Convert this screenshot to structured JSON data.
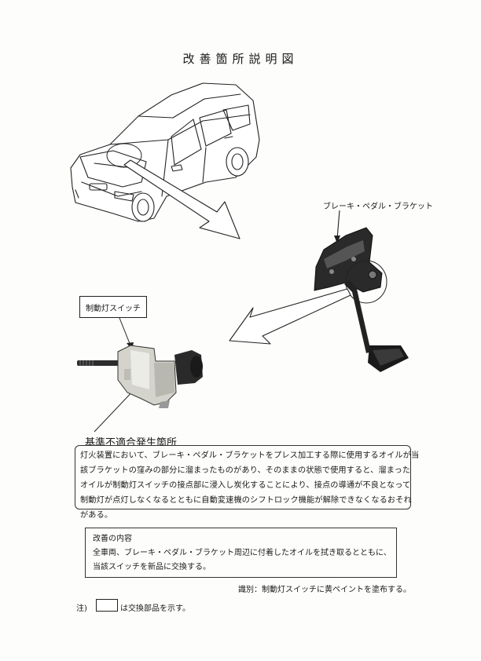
{
  "page": {
    "title": "改善箇所説明図"
  },
  "figures": {
    "vehicle_icon": "suv-line-drawing",
    "bracket_label": "ブレーキ・ペダル・ブラケット",
    "switch_label": "制動灯スイッチ"
  },
  "defect": {
    "heading": "基準不適合発生箇所",
    "lines": [
      "灯火装置において、ブレーキ・ペダル・ブラケットをプレス加工する際に使用するオイルが当",
      "該ブラケットの窪みの部分に溜まったものがあり、そのままの状態で使用すると、溜まった",
      "オイルが制動灯スイッチの接点部に浸入し炭化することにより、接点の導通が不良となって",
      "制動灯が点灯しなくなるとともに自動変速機のシフトロック機能が解除できなくなるおそれ",
      "がある。"
    ]
  },
  "improvement": {
    "heading": "改善の内容",
    "lines": [
      "全車両、ブレーキ・ペダル・ブラケット周辺に付着したオイルを拭き取るとともに、",
      "当該スイッチを新品に交換する。"
    ]
  },
  "identification_note": "識別：制動灯スイッチに黄ペイントを塗布する。",
  "legend": {
    "prefix": "注)",
    "text": "は交換部品を示す。"
  }
}
